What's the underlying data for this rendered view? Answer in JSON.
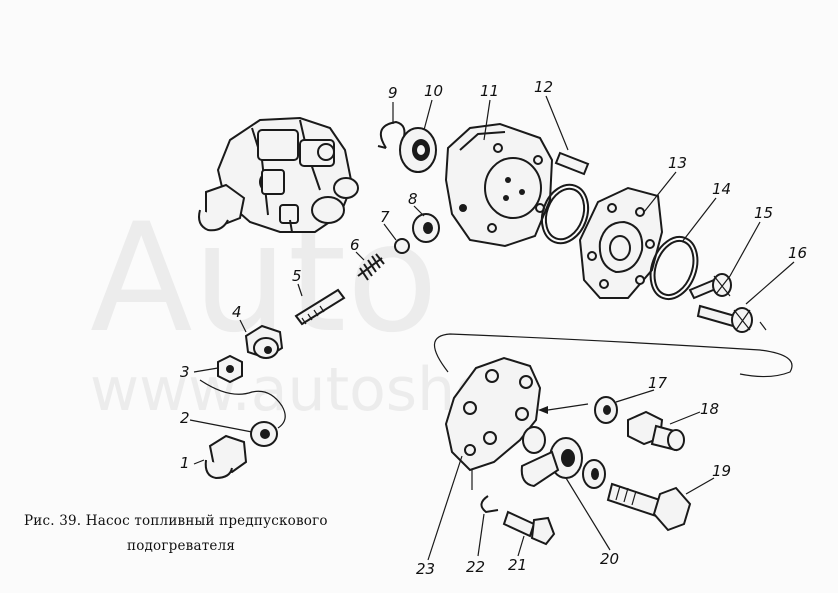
{
  "figure": {
    "caption_line1": "Рис. 39. Насос топливный предпускового",
    "caption_line2": "подогревателя"
  },
  "watermark": {
    "top": "Auto",
    "bottom": "www.autoshop"
  },
  "callouts": [
    "1",
    "2",
    "3",
    "4",
    "5",
    "6",
    "7",
    "8",
    "9",
    "10",
    "11",
    "12",
    "13",
    "14",
    "15",
    "16",
    "17",
    "18",
    "19",
    "20",
    "21",
    "22",
    "23"
  ]
}
